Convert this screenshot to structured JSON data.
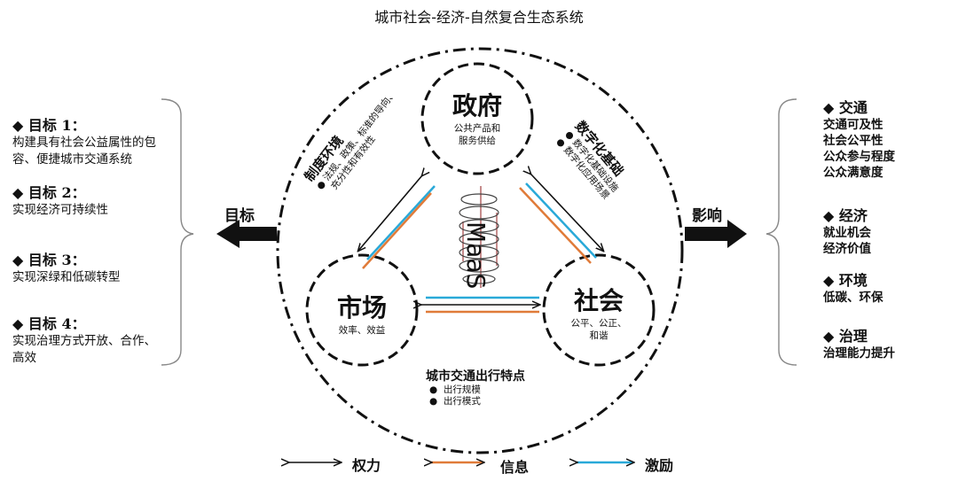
{
  "title": "城市社会-经济-自然复合生态系统",
  "goals": [
    {
      "head": "◆  目标 1：",
      "lines": [
        "构建具有社会公益属性的包",
        "容、便捷城市交通系统"
      ]
    },
    {
      "head": "◆  目标 2：",
      "lines": [
        "实现经济可持续性"
      ]
    },
    {
      "head": "◆  目标 3：",
      "lines": [
        "实现深绿和低碳转型"
      ]
    },
    {
      "head": "◆  目标 4：",
      "lines": [
        "实现治理方式开放、合作、",
        "高效"
      ]
    }
  ],
  "goal_arrow_label": "目标",
  "effect_arrow_label": "影响",
  "effects": [
    {
      "head": "◆  交通",
      "items": [
        "交通可及性",
        "社会公平性",
        "公众参与程度",
        "公众满意度"
      ]
    },
    {
      "head": "◆  经济",
      "items": [
        "就业机会",
        "经济价值"
      ]
    },
    {
      "head": "◆  环境",
      "items": [
        "低碳、环保"
      ]
    },
    {
      "head": "◆  治理",
      "items": [
        "治理能力提升"
      ]
    }
  ],
  "nodes": {
    "government": {
      "title": "政府",
      "sub": [
        "公共产品和",
        "服务供给"
      ]
    },
    "market": {
      "title": "市场",
      "sub": [
        "效率、效益"
      ]
    },
    "society": {
      "title": "社会",
      "sub": [
        "公平、公正、",
        "和谐"
      ]
    }
  },
  "center_label": "MaaS",
  "institution": {
    "title": "制度环境",
    "bullets": [
      "法规、政策、标准的导向、",
      "充分性和有效性"
    ]
  },
  "digital": {
    "title": "数字化基础",
    "bullets": [
      "数字化基础设施",
      "数字化应用场景"
    ]
  },
  "travel": {
    "title": "城市交通出行特点",
    "bullets": [
      "出行规模",
      "出行模式"
    ]
  },
  "legend": [
    {
      "label": "权力",
      "color": "#111111"
    },
    {
      "label": "信息",
      "color": "#e07b39"
    },
    {
      "label": "激励",
      "color": "#29a9d8"
    }
  ]
}
